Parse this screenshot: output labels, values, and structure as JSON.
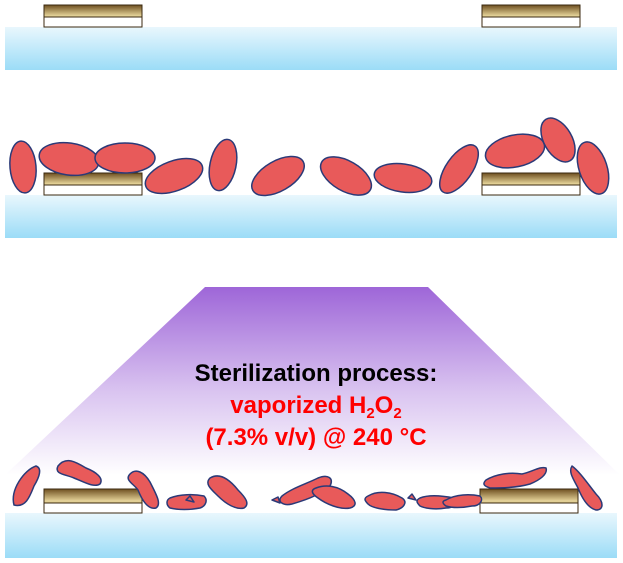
{
  "caption": {
    "line1": "Sterilization process:",
    "line2_prefix": "vaporized H",
    "line2_sub1": "2",
    "line2_mid": "O",
    "line2_sub2": "2",
    "line3": "(7.3% v/v) @ 240 °C"
  },
  "colors": {
    "substrate_top": "#e9f7fd",
    "substrate_bottom": "#9bdcf7",
    "electrode_dark": "#7a5a28",
    "electrode_light": "#e6d49a",
    "cell_fill": "#e85a5a",
    "cell_stroke": "#2b3a78",
    "beam_top": "#9e66d8",
    "beam_bottom": "#ffffff",
    "caption_dark": "#000000",
    "caption_accent": "#ff0000"
  },
  "panels": [
    {
      "name": "bare-device",
      "state": "no cells"
    },
    {
      "name": "cells-on-device",
      "state": "intact cells"
    },
    {
      "name": "sterilized-device",
      "state": "deformed cells after sterilization"
    }
  ]
}
